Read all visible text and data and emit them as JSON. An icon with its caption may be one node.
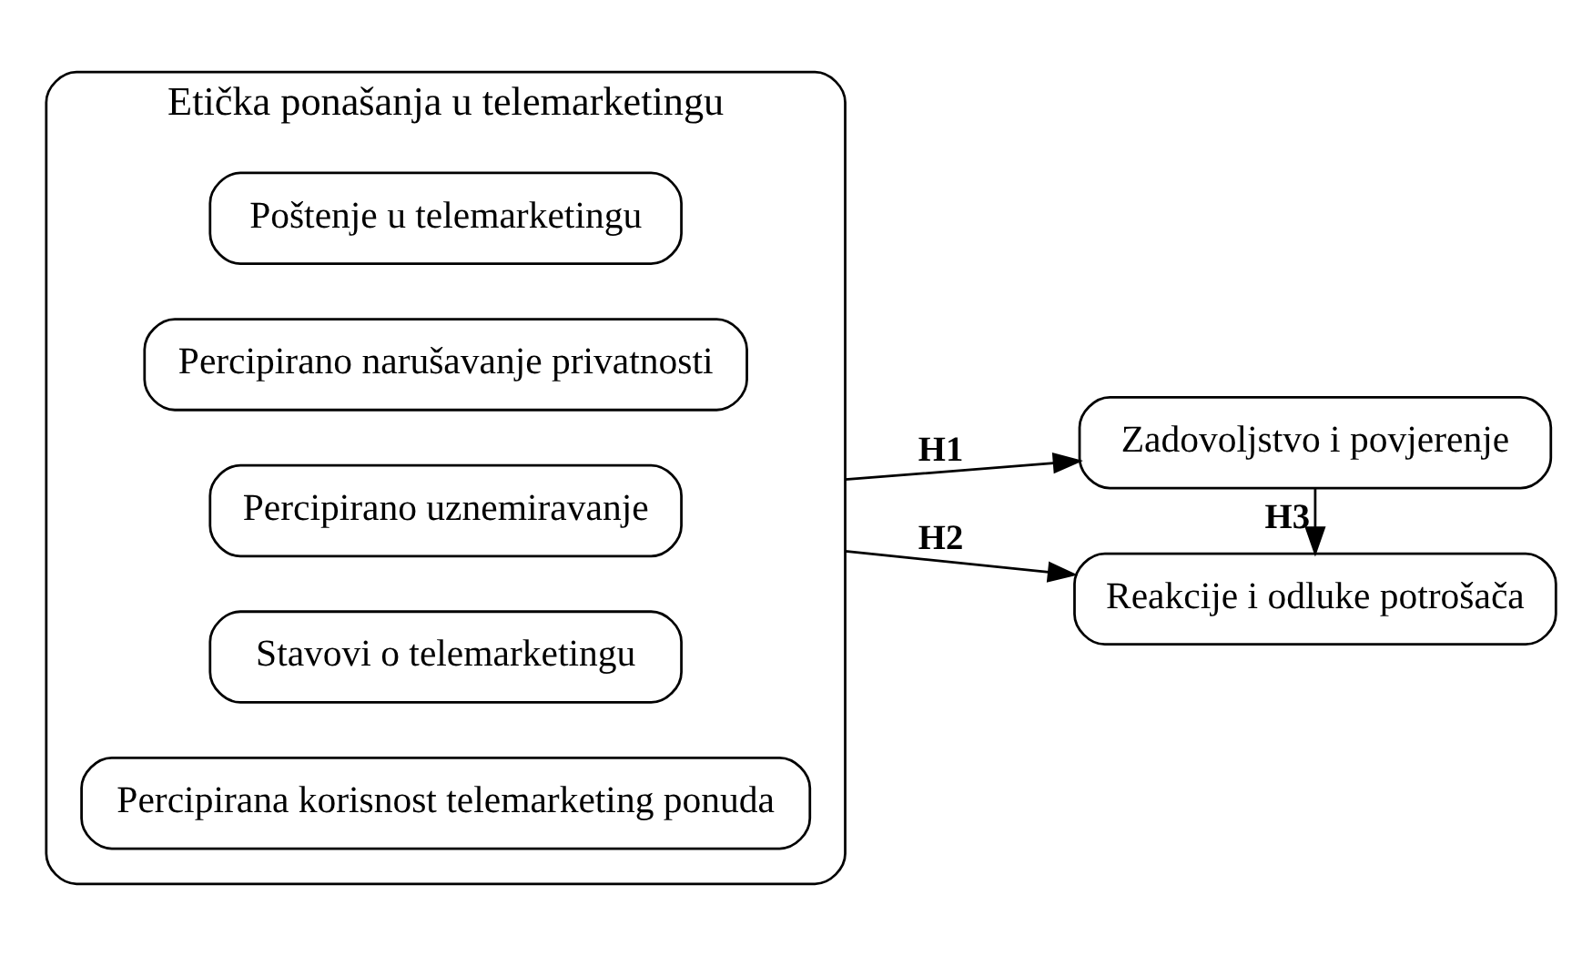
{
  "diagram": {
    "nodes": [
      {
        "text": [
          "Etička ponašanja u telemarketingu"
        ]
      },
      {
        "text": [
          "Percipirana korisnost telemarketing ponuda"
        ],
        "in": 0
      },
      {
        "text": [
          "Stavovi o telemarketingu"
        ],
        "in": 0
      },
      {
        "text": [
          "Percipirano uznemiravanje"
        ],
        "in": 0
      },
      {
        "text": [
          "Percipirano narušavanje privatnosti"
        ],
        "in": 0
      },
      {
        "text": [
          "Poštenje u telemarketingu"
        ],
        "in": 0
      },
      {
        "text": [
          "Zadovoljstvo i povjerenje"
        ]
      },
      {
        "text": [
          "Reakcije i odluke potrošača"
        ]
      }
    ],
    "edges": [
      {
        "from": 0,
        "to": 6,
        "arrow": "to",
        "label": "H1"
      },
      {
        "from": 0,
        "to": 7,
        "arrow": "to",
        "label": "H2"
      },
      {
        "from": 6,
        "to": 7,
        "arrow": "to",
        "label": "H3"
      }
    ]
  }
}
